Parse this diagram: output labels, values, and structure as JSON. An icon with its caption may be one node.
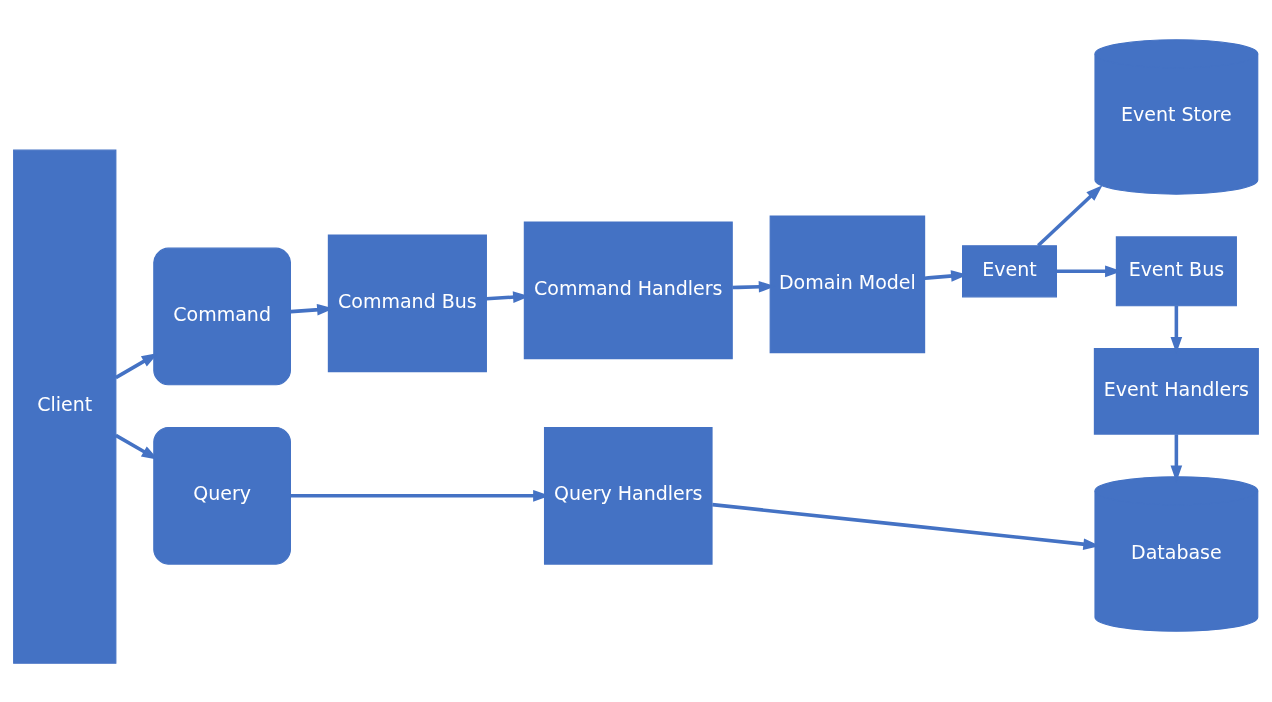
{
  "diagram": {
    "nodes": [
      {
        "text": [
          "Client"
        ]
      },
      {
        "text": [
          "Command"
        ]
      },
      {
        "text": [
          "Command Bus"
        ]
      },
      {
        "text": [
          "Command Handlers"
        ]
      },
      {
        "text": [
          "Domain Model"
        ]
      },
      {
        "text": [
          "Event"
        ]
      },
      {
        "text": [
          "Event Store"
        ]
      },
      {
        "text": [
          "Event Bus"
        ]
      },
      {
        "text": [
          "Event Handlers"
        ]
      },
      {
        "text": [
          "Query"
        ]
      },
      {
        "text": [
          "Query Handlers"
        ]
      },
      {
        "text": [
          "Database"
        ]
      }
    ],
    "edges": [
      {
        "from": 0,
        "to": 1,
        "arrow": "to"
      },
      {
        "from": 0,
        "to": 9,
        "arrow": "to"
      },
      {
        "from": 1,
        "to": 2,
        "arrow": "to"
      },
      {
        "from": 2,
        "to": 3,
        "arrow": "to"
      },
      {
        "from": 3,
        "to": 4,
        "arrow": "to"
      },
      {
        "from": 4,
        "to": 5,
        "arrow": "to"
      },
      {
        "from": 5,
        "to": 6,
        "arrow": "to"
      },
      {
        "from": 5,
        "to": 7,
        "arrow": "to"
      },
      {
        "from": 7,
        "to": 8,
        "arrow": "to"
      },
      {
        "from": 8,
        "to": 11,
        "arrow": "to"
      },
      {
        "from": 9,
        "to": 10,
        "arrow": "to"
      },
      {
        "from": 10,
        "to": 11,
        "arrow": "to"
      }
    ]
  }
}
